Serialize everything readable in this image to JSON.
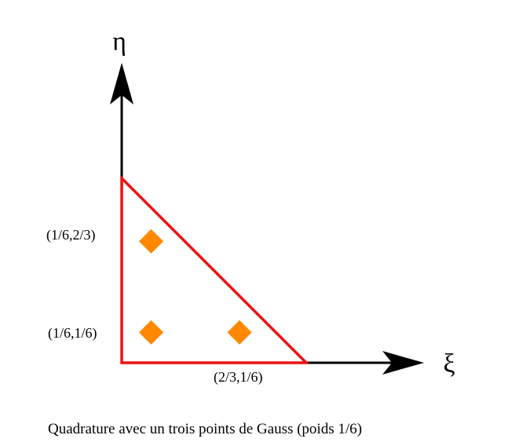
{
  "axes": {
    "x_label": "ξ",
    "y_label": "η"
  },
  "triangle": {
    "stroke_color": "#ee1111"
  },
  "gauss_points": [
    {
      "label": "(1/6,2/3)",
      "xi": 0.1667,
      "eta": 0.6667
    },
    {
      "label": "(1/6,1/6)",
      "xi": 0.1667,
      "eta": 0.1667
    },
    {
      "label": "(2/3,1/6)",
      "xi": 0.6667,
      "eta": 0.1667
    }
  ],
  "point_color": "#ff8800",
  "caption": "Quadrature avec un trois points de Gauss (poids 1/6)"
}
